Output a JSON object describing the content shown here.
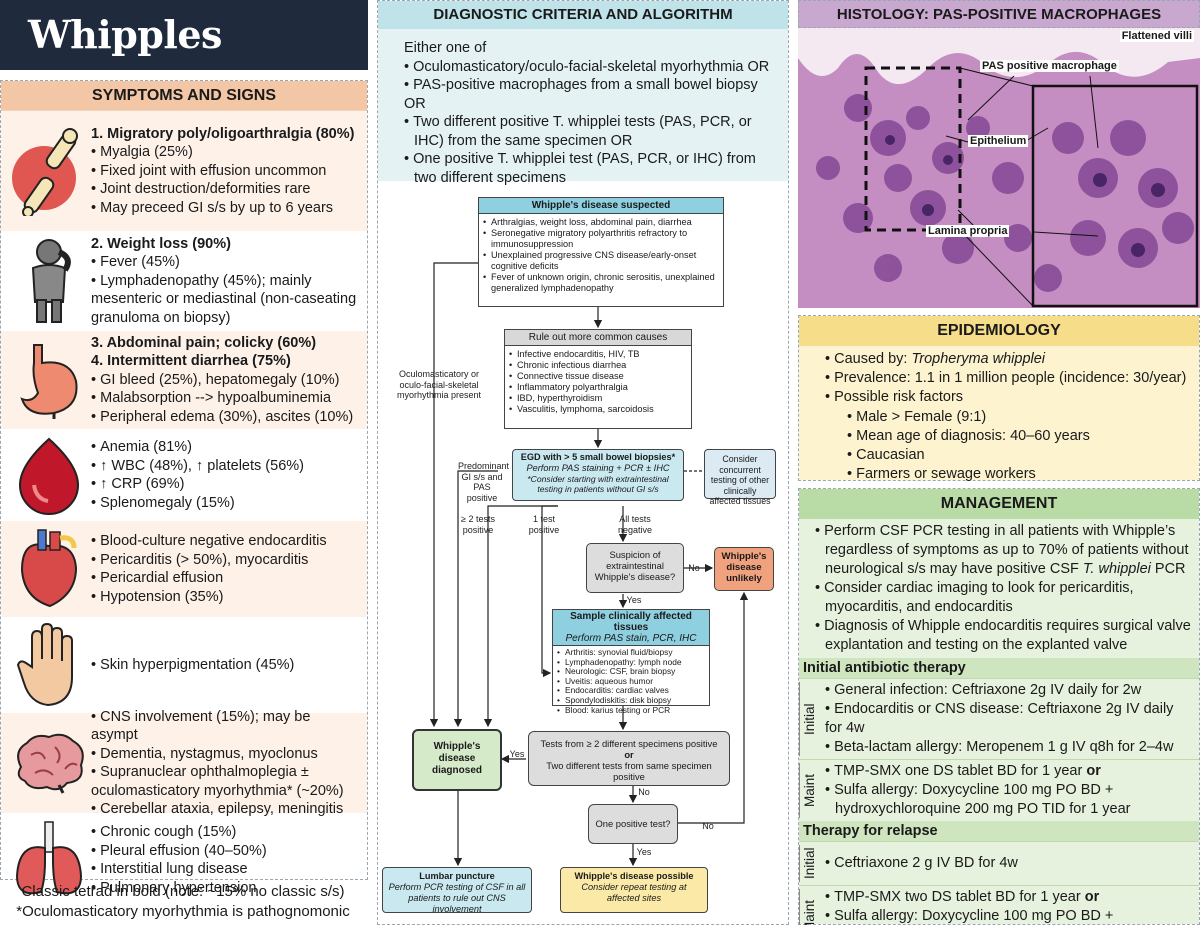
{
  "title": "Whipples disease",
  "symptoms": {
    "heading": "SYMPTOMS AND SIGNS",
    "groups": [
      {
        "icon": "joint-icon",
        "title": "1. Migratory poly/oligoarthralgia (80%)",
        "items": [
          "Myalgia (25%)",
          "Fixed joint with effusion uncommon",
          "Joint destruction/deformities rare",
          "May preceed GI s/s by up to 6 years"
        ]
      },
      {
        "icon": "person-sick-icon",
        "title": "2. Weight loss (90%)",
        "items": [
          "Fever (45%)",
          "Lymphadenopathy (45%); mainly mesenteric or mediastinal (non-caseating granuloma on biopsy)"
        ]
      },
      {
        "icon": "stomach-icon",
        "title": "3. Abdominal pain; colicky (60%)",
        "title2": "4. Intermittent diarrhea (75%)",
        "items": [
          "GI bleed (25%), hepatomegaly (10%)",
          "Malabsorption --> hypoalbuminemia",
          "Peripheral edema (30%), ascites (10%)"
        ]
      },
      {
        "icon": "blood-drop-icon",
        "items": [
          "Anemia (81%)",
          "↑ WBC (48%), ↑ platelets (56%)",
          "↑ CRP (69%)",
          "Splenomegaly (15%)"
        ]
      },
      {
        "icon": "heart-icon",
        "items": [
          "Blood-culture negative endocarditis",
          "Pericarditis (> 50%), myocarditis",
          "Pericardial effusion",
          "Hypotension (35%)"
        ]
      },
      {
        "icon": "hand-icon",
        "items": [
          "Skin hyperpigmentation (45%)"
        ]
      },
      {
        "icon": "brain-icon",
        "items": [
          "CNS involvement (15%); may be asympt",
          "Dementia, nystagmus, myoclonus",
          "Supranuclear ophthalmoplegia ± oculomasticatory myorhythmia* (~20%)",
          "Cerebellar ataxia, epilepsy, meningitis"
        ]
      },
      {
        "icon": "lungs-icon",
        "items": [
          "Chronic cough (15%)",
          "Pleural effusion (40–50%)",
          "Interstitial lung disease",
          "Pulmonary hypertension"
        ]
      }
    ],
    "footnote1": "Classic tetrad in bold (note: ~15% no classic s/s)",
    "footnote2": "*Oculomasticatory myorhythmia is pathognomonic"
  },
  "diagnostic": {
    "heading": "DIAGNOSTIC CRITERIA AND ALGORITHM",
    "intro": "Either one of",
    "criteria": [
      "Oculomasticatory/oculo-facial-skeletal myorhythmia OR",
      "PAS-positive macrophages from a small bowel biopsy OR",
      "Two different positive T. whipplei tests (PAS, PCR, or IHC) from the same specimen OR",
      "One positive T. whipplei test (PAS, PCR, or IHC) from two different specimens"
    ],
    "flow": {
      "suspected_head": "Whipple's disease suspected",
      "suspected_items": [
        "Arthralgias, weight loss, abdominal pain, diarrhea",
        "Seronegative migratory polyarthritis refractory to immunosuppression",
        "Unexplained progressive CNS disease/early-onset cognitive deficits",
        "Fever of unknown origin, chronic serositis, unexplained generalized lymphadenopathy"
      ],
      "ruleout_head": "Rule out more common causes",
      "ruleout_items": [
        "Infective endocarditis, HIV, TB",
        "Chronic infectious diarrhea",
        "Connective tissue disease",
        "Inflammatory polyarthralgia",
        "IBD, hyperthyroidism",
        "Vasculitis, lymphoma, sarcoidosis"
      ],
      "egd_head": "EGD with > 5 small bowel biopsies*",
      "egd_line2": "Perform PAS staining + PCR ± IHC",
      "egd_line3": "*Consider starting with extraintestinal testing in patients without GI s/s",
      "concurrent": "Consider concurrent testing of other clinically affected tissues",
      "oculo_label": "Oculomasticatory or oculo-facial-skeletal myorhythmia present",
      "predominant_label": "Predominant GI s/s and PAS positive",
      "ge2_label": "≥ 2 tests positive",
      "one_label": "1 test positive",
      "neg_label": "All tests negative",
      "suspicion": "Suspicion of extraintestinal Whipple's disease?",
      "no1": "No",
      "yes1": "Yes",
      "unlikely": "Whipple's disease unlikely",
      "sample_head": "Sample clinically affected tissues",
      "sample_line2": "Perform PAS stain, PCR, IHC",
      "sample_items": [
        "Arthritis: synovial fluid/biopsy",
        "Lymphadenopathy: lymph node",
        "Neurologic: CSF, brain biopsy",
        "Uveitis: aqueous humor",
        "Endocarditis: cardiac valves",
        "Spondylodiskitis: disk biopsy",
        "Blood: karius testing or PCR"
      ],
      "diagnosed": "Whipple's disease diagnosed",
      "tests_line1": "Tests from ≥ 2 different specimens positive",
      "tests_or": "or",
      "tests_line2": "Two different tests from same specimen positive",
      "yes2": "Yes",
      "no2": "No",
      "one_positive": "One positive test?",
      "no3": "No",
      "yes3": "Yes",
      "lumbar_head": "Lumbar puncture",
      "lumbar_body": "Perform PCR testing of CSF in all patients to rule out CNS involvement",
      "possible_head": "Whipple's disease possible",
      "possible_body": "Consider repeat testing at affected sites"
    }
  },
  "histology": {
    "heading": "HISTOLOGY: PAS-POSITIVE MACROPHAGES",
    "label_villi": "Flattened villi",
    "label_pas": "PAS positive macrophage",
    "label_epi": "Epithelium",
    "label_lamina": "Lamina propria"
  },
  "epidemiology": {
    "heading": "EPIDEMIOLOGY",
    "caused_prefix": "Caused by: ",
    "caused_org": "Tropheryma whipplei",
    "prevalence": "Prevalence: 1.1 in 1 million people (incidence: 30/year)",
    "risk": "Possible risk factors",
    "risk_items": [
      "Male > Female (9:1)",
      "Mean age of diagnosis: 40–60 years",
      "Caucasian",
      "Farmers or sewage workers"
    ]
  },
  "management": {
    "heading": "MANAGEMENT",
    "item1_a": "Perform CSF PCR testing in all patients with Whipple’s regardless of symptoms as up to 70% of patients without neurological s/s may have positive CSF ",
    "item1_b": "T. whipplei",
    "item1_c": " PCR",
    "item2": "Consider cardiac imaging to look for pericarditis, myocarditis, and endocarditis",
    "item3": "Diagnosis of Whipple endocarditis requires surgical valve explantation and testing on the explanted valve",
    "initial_head": "Initial antibiotic therapy",
    "initial_label": "Initial",
    "initial_items": [
      "General infection: Ceftriaxone 2g IV daily for 2w",
      "Endocarditis or CNS disease: Ceftriaxone 2g IV daily for 4w",
      "Beta-lactam allergy: Meropenem 1 g IV q8h for 2–4w"
    ],
    "maint_label": "Maint",
    "maint1_a": "TMP-SMX one DS tablet BD for 1 year ",
    "maint1_or": "or",
    "maint2": "Sulfa allergy: Doxycycline 100 mg PO BD + hydroxychloroquine 200 mg PO TID for 1 year",
    "relapse_head": "Therapy for relapse",
    "relapse_initial": "Ceftriaxone 2 g IV BD for 4w",
    "relapse_maint1_a": "TMP-SMX two DS tablet BD for 1 year ",
    "relapse_maint1_or": "or",
    "relapse_maint2": "Sulfa allergy: Doxycycline 100 mg PO BD + hydroxychloroquine 200 mg PO TID for 1 year"
  }
}
